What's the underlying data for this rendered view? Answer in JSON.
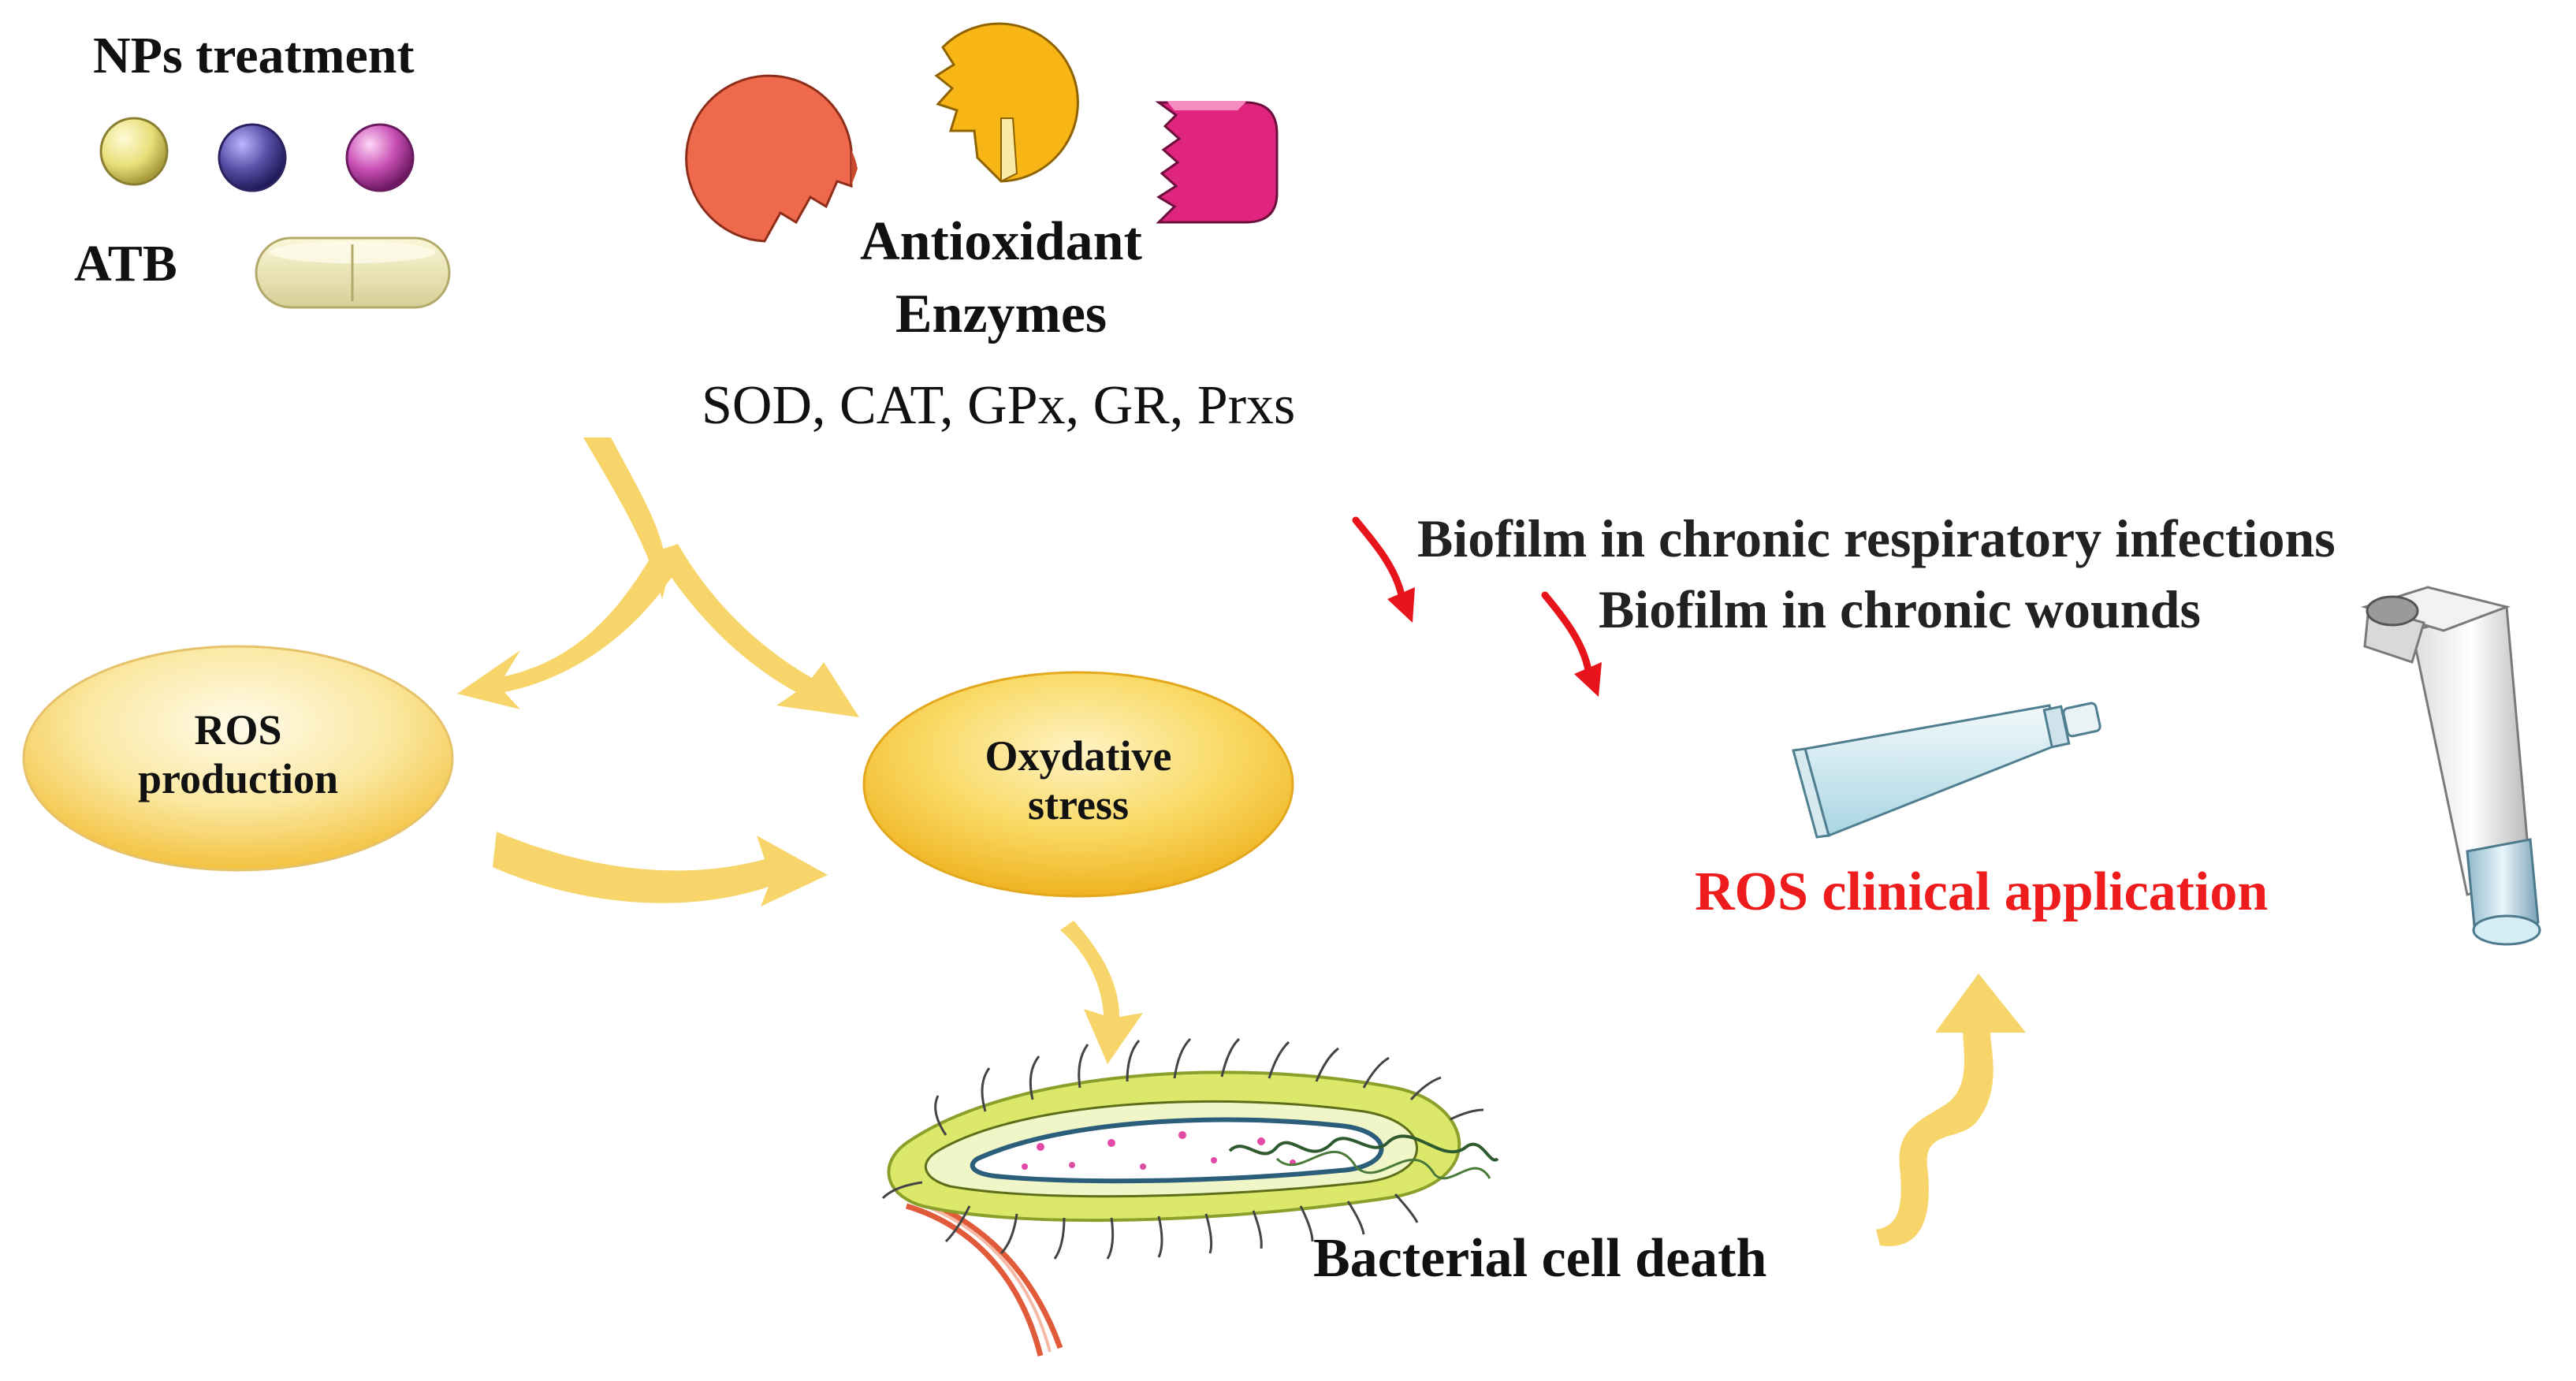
{
  "treatment": {
    "title": "NPs treatment",
    "atb_label": "ATB",
    "nanoparticle_colors": [
      "#e8df7a",
      "#5a4fa8",
      "#c94fb6"
    ],
    "pill_icon": "pill-icon"
  },
  "enzymes": {
    "title_line1": "Antioxidant",
    "title_line2": "Enzymes",
    "list": "SOD, CAT, GPx, GR, Prxs",
    "colors": [
      "#ef6a4c",
      "#f8b516",
      "#e0257e"
    ]
  },
  "nodes": {
    "ros_line1": "ROS",
    "ros_line2": "production",
    "ox_line1": "Oxydative",
    "ox_line2": "stress"
  },
  "outcome": {
    "death": "Bacterial cell death",
    "clinical": "ROS clinical application",
    "clinical_color": "#ee1c1c"
  },
  "applications": {
    "respiratory": "Biofilm in chronic respiratory infections",
    "wounds": "Biofilm in chronic wounds"
  },
  "colors": {
    "arrow": "#f7d56a",
    "red_arrow": "#e8141b",
    "oval_light": "#fff7d6",
    "oval_dark": "#f5c84a"
  }
}
